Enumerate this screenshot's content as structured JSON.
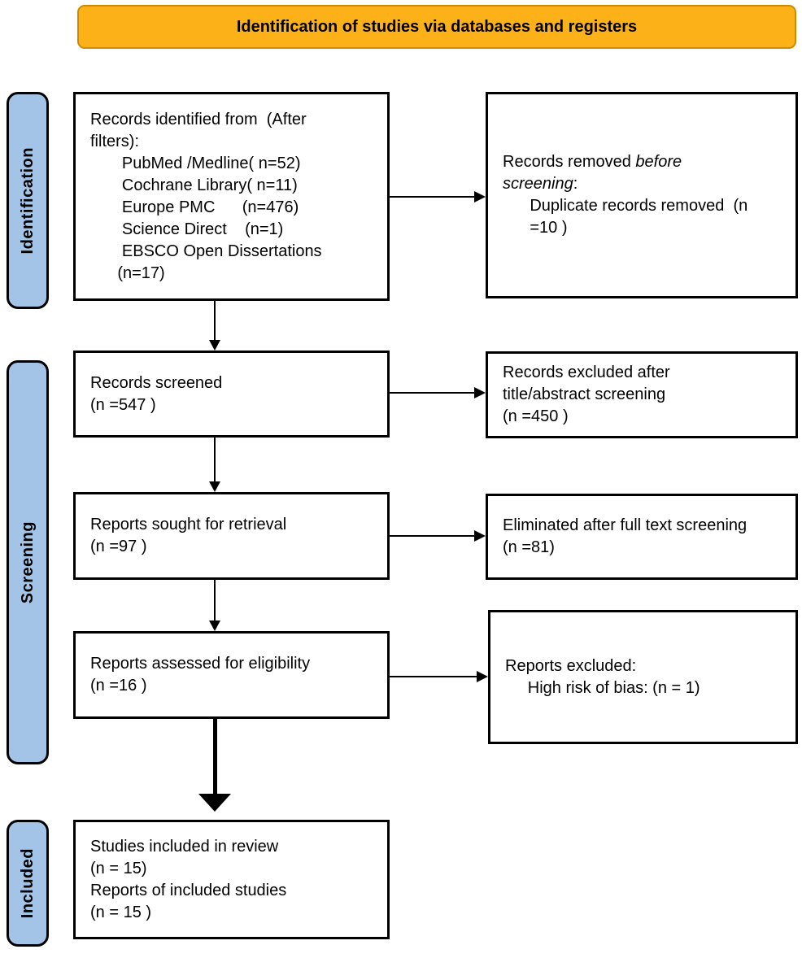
{
  "banner": {
    "title": "Identification of studies via databases and registers"
  },
  "side_labels": {
    "identification": "Identification",
    "screening": "Screening",
    "included": "Included"
  },
  "boxes": {
    "records_identified": {
      "lines": [
        "Records identified from  (After",
        "filters):",
        "       PubMed /Medline( n=52)",
        "       Cochrane Library( n=11)",
        "       Europe PMC      (n=476)",
        "       Science Direct    (n=1)",
        "       EBSCO Open Dissertations",
        "      (n=17)"
      ]
    },
    "records_removed": {
      "part1": "Records removed ",
      "part2_italic": "before\nscreening",
      "part3": ":",
      "part4": "\n      Duplicate records removed  (n\n      =10 )"
    },
    "records_screened": {
      "lines": [
        "Records screened",
        "(n =547 )"
      ]
    },
    "records_excluded": {
      "lines": [
        "Records excluded after",
        "title/abstract screening",
        "(n =450 )"
      ]
    },
    "reports_sought": {
      "lines": [
        "Reports sought for retrieval",
        "(n =97 )"
      ]
    },
    "eliminated_full_text": {
      "lines": [
        "Eliminated after full text screening",
        "(n =81)"
      ]
    },
    "reports_assessed": {
      "lines": [
        "Reports assessed for eligibility",
        "(n =16 )"
      ]
    },
    "reports_excluded": {
      "lines": [
        "Reports excluded:",
        "     High risk of bias: (n = 1)"
      ]
    },
    "studies_included": {
      "lines": [
        "Studies included in review",
        "(n = 15)",
        "Reports of included studies",
        "(n = 15 )"
      ]
    }
  },
  "colors": {
    "banner_bg": "#FBB117",
    "banner_border": "#CE8B00",
    "side_label_bg": "#A3C4E7",
    "box_border": "#000000",
    "box_bg": "#FFFFFF",
    "text": "#000000"
  }
}
